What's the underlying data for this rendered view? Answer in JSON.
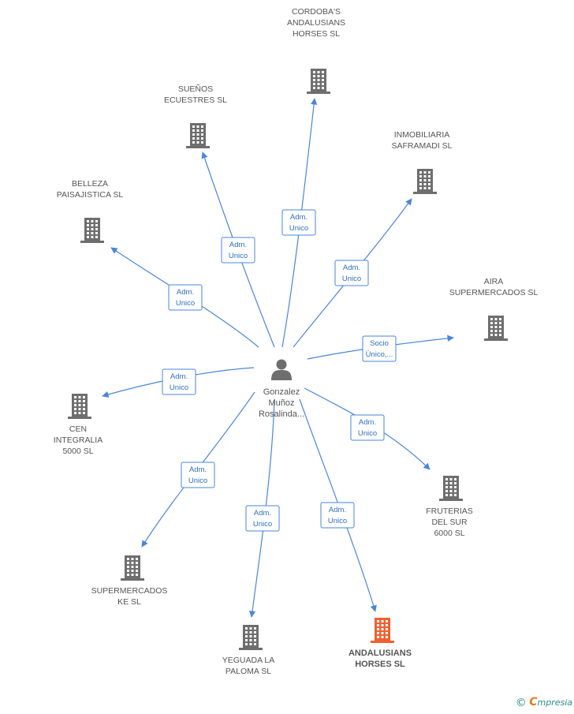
{
  "colors": {
    "edge": "#4a86d8",
    "building": "#6e6e6e",
    "building_highlight": "#f06030",
    "person": "#6e6e6e"
  },
  "center": {
    "label_lines": [
      "Gonzalez",
      "Muñoz",
      "Rosalinda..."
    ],
    "icon": "person-icon"
  },
  "nodes": [
    {
      "id": "cordobas",
      "label_lines": [
        "CORDOBA'S",
        "ANDALUSIANS",
        "HORSES SL"
      ],
      "icon": "building-icon",
      "highlight": false
    },
    {
      "id": "suenos",
      "label_lines": [
        "SUEÑOS",
        "ECUESTRES SL"
      ],
      "icon": "building-icon",
      "highlight": false
    },
    {
      "id": "inmobiliaria",
      "label_lines": [
        "INMOBILIARIA",
        "SAFRAMADI SL"
      ],
      "icon": "building-icon",
      "highlight": false
    },
    {
      "id": "belleza",
      "label_lines": [
        "BELLEZA",
        "PAISAJISTICA SL"
      ],
      "icon": "building-icon",
      "highlight": false
    },
    {
      "id": "aira",
      "label_lines": [
        "AIRA",
        "SUPERMERCADOS SL"
      ],
      "icon": "building-icon",
      "highlight": false
    },
    {
      "id": "cen",
      "label_lines": [
        "CEN",
        "INTEGRALIA",
        "5000  SL"
      ],
      "icon": "building-icon",
      "highlight": false
    },
    {
      "id": "fruterias",
      "label_lines": [
        "FRUTERIAS",
        "DEL SUR",
        "6000  SL"
      ],
      "icon": "building-icon",
      "highlight": false
    },
    {
      "id": "supermercadoske",
      "label_lines": [
        "SUPERMERCADOS",
        "KE SL"
      ],
      "icon": "building-icon",
      "highlight": false
    },
    {
      "id": "yeguada",
      "label_lines": [
        "YEGUADA LA",
        "PALOMA SL"
      ],
      "icon": "building-icon",
      "highlight": false
    },
    {
      "id": "andalusians",
      "label_lines": [
        "ANDALUSIANS",
        "HORSES SL"
      ],
      "icon": "building-icon",
      "highlight": true
    }
  ],
  "edges": [
    {
      "to": "cordobas",
      "label_lines": [
        "Adm.",
        "Unico"
      ]
    },
    {
      "to": "suenos",
      "label_lines": [
        "Adm.",
        "Unico"
      ]
    },
    {
      "to": "inmobiliaria",
      "label_lines": [
        "Adm.",
        "Unico"
      ]
    },
    {
      "to": "belleza",
      "label_lines": [
        "Adm.",
        "Unico"
      ]
    },
    {
      "to": "aira",
      "label_lines": [
        "Socio",
        "Único,..."
      ]
    },
    {
      "to": "cen",
      "label_lines": [
        "Adm.",
        "Unico"
      ]
    },
    {
      "to": "fruterias",
      "label_lines": [
        "Adm.",
        "Unico"
      ]
    },
    {
      "to": "supermercadoske",
      "label_lines": [
        "Adm.",
        "Unico"
      ]
    },
    {
      "to": "yeguada",
      "label_lines": [
        "Adm.",
        "Unico"
      ]
    },
    {
      "to": "andalusians",
      "label_lines": [
        "Adm.",
        "Unico"
      ]
    }
  ],
  "footer": {
    "copyright_symbol": "©",
    "brand_initial": "C",
    "brand_rest": "mpresia"
  }
}
